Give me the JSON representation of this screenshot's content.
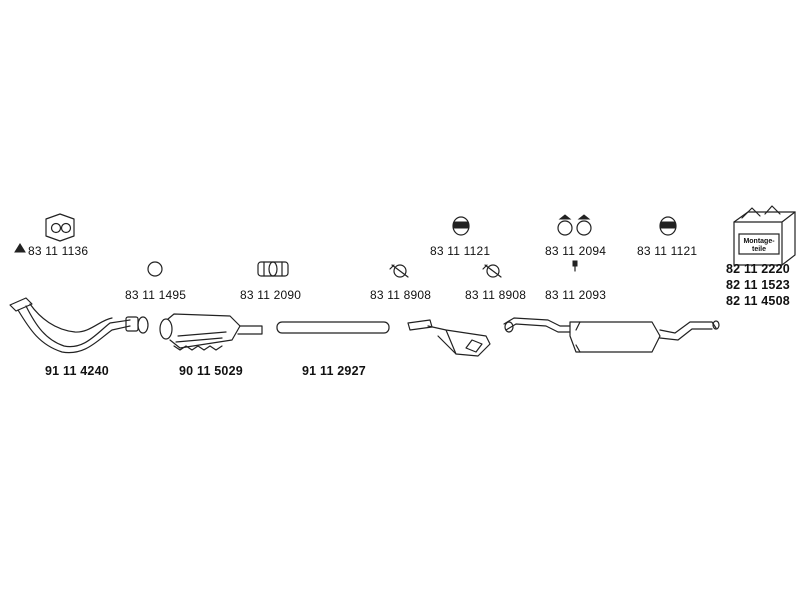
{
  "parts": {
    "gasket_flange": "83 11 1136",
    "ring_gasket": "83 11 1495",
    "front_pipe": "91 11 4240",
    "clamp_sleeve": "83 11 2090",
    "catalytic_converter": "90 11 5029",
    "middle_pipe": "91 11 2927",
    "clamp_1": "83 11 8908",
    "mount_1": "83 11 1121",
    "clamp_2": "83 11 8908",
    "mount_2": "83 11 2094",
    "bolt": "83 11 2093",
    "mount_3": "83 11 1121",
    "kit_1": "82 11 2220",
    "kit_2": "82 11 1523",
    "kit_3": "82 11 4508"
  },
  "kit_box_label": "Montage-teile",
  "icons": {
    "warning_triangle": "triangle-icon",
    "kit_box": "parts-kit-box-icon"
  }
}
